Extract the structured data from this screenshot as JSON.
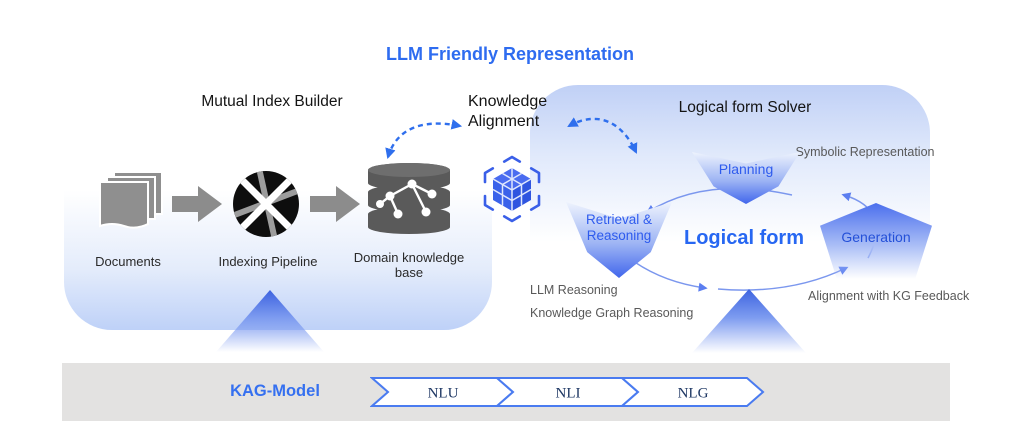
{
  "title": "LLM Friendly Representation",
  "mutual_index_builder": {
    "title": "Mutual Index Builder",
    "steps": [
      {
        "label": "Documents",
        "icon": "documents-icon"
      },
      {
        "label": "Indexing Pipeline",
        "icon": "indexing-pipeline-icon"
      },
      {
        "label": "Domain knowledge\nbase",
        "icon": "knowledge-base-icon"
      }
    ]
  },
  "knowledge_alignment": {
    "label": "Knowledge\nAlignment",
    "icon": "hex-cube-icon"
  },
  "solver": {
    "title": "Logical form Solver",
    "symbolic": "Symbolic Representation",
    "planning": "Planning",
    "retrieval": "Retrieval &\nReasoning",
    "center": "Logical form",
    "generation": "Generation",
    "llm_reasoning": "LLM Reasoning",
    "kg_reasoning": "Knowledge Graph Reasoning",
    "kg_feedback": "Alignment with KG Feedback"
  },
  "kag": {
    "label": "KAG-Model",
    "stages": [
      "NLU",
      "NLI",
      "NLG"
    ]
  },
  "colors": {
    "accent_blue": "#2e6cf0",
    "banner_blue": "#4166ec",
    "dashed_arrow_blue": "#2f6fed",
    "cycle_arrow_blue": "#7b97ee",
    "gray_text": "#595959",
    "icon_gray": "#8c8c8c",
    "database_gray": "#5a5a5a",
    "bar_gray": "#e3e2e1",
    "chevron_text_navy": "#1f3864"
  }
}
